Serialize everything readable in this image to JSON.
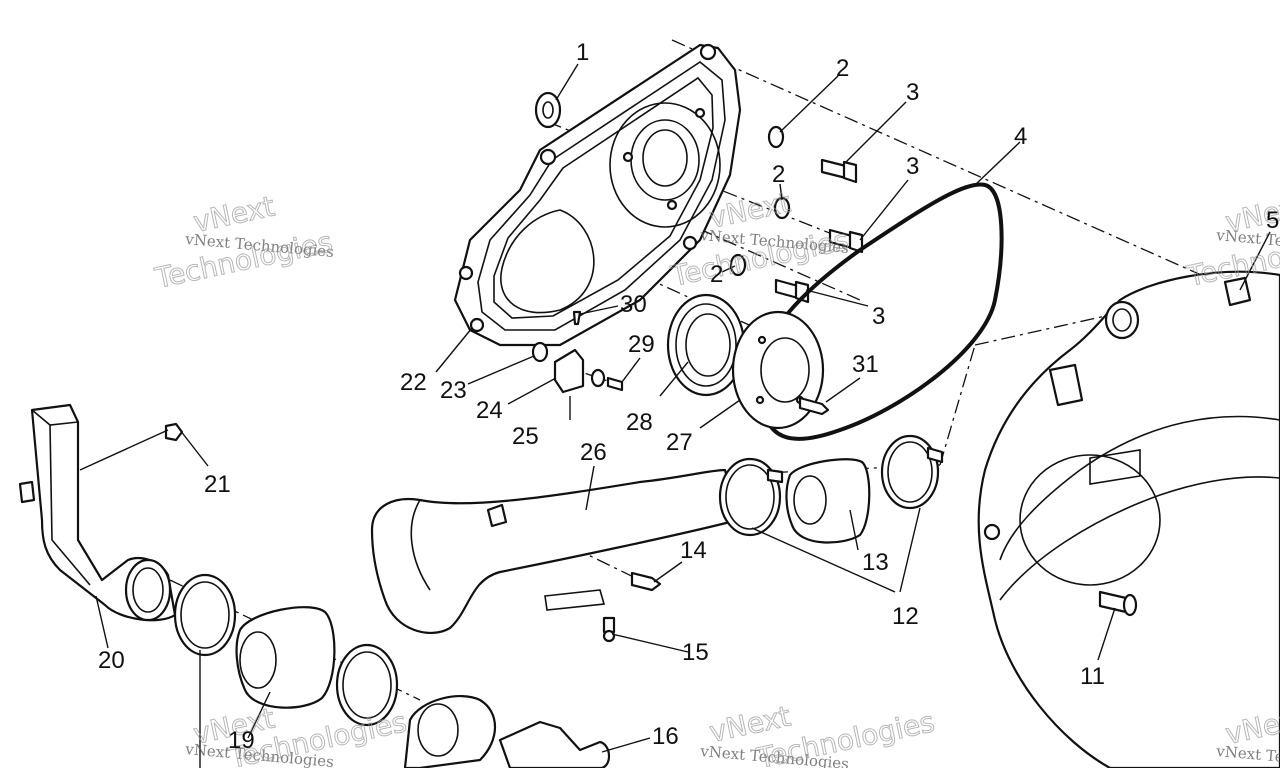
{
  "callouts": [
    {
      "id": "c1",
      "label": "1"
    },
    {
      "id": "c2a",
      "label": "2"
    },
    {
      "id": "c2b",
      "label": "2"
    },
    {
      "id": "c2c",
      "label": "2"
    },
    {
      "id": "c3a",
      "label": "3"
    },
    {
      "id": "c3b",
      "label": "3"
    },
    {
      "id": "c3c",
      "label": "3"
    },
    {
      "id": "c4",
      "label": "4"
    },
    {
      "id": "c5",
      "label": "5"
    },
    {
      "id": "c11",
      "label": "11"
    },
    {
      "id": "c12",
      "label": "12"
    },
    {
      "id": "c13",
      "label": "13"
    },
    {
      "id": "c14",
      "label": "14"
    },
    {
      "id": "c15",
      "label": "15"
    },
    {
      "id": "c16",
      "label": "16"
    },
    {
      "id": "c19",
      "label": "19"
    },
    {
      "id": "c20",
      "label": "20"
    },
    {
      "id": "c21",
      "label": "21"
    },
    {
      "id": "c22",
      "label": "22"
    },
    {
      "id": "c23",
      "label": "23"
    },
    {
      "id": "c24",
      "label": "24"
    },
    {
      "id": "c25",
      "label": "25"
    },
    {
      "id": "c26",
      "label": "26"
    },
    {
      "id": "c27",
      "label": "27"
    },
    {
      "id": "c28",
      "label": "28"
    },
    {
      "id": "c29",
      "label": "29"
    },
    {
      "id": "c30",
      "label": "30"
    },
    {
      "id": "c31",
      "label": "31"
    }
  ],
  "watermark": {
    "line1": "vNext Technologies",
    "line2": "vNext",
    "line3": "Technologies"
  }
}
